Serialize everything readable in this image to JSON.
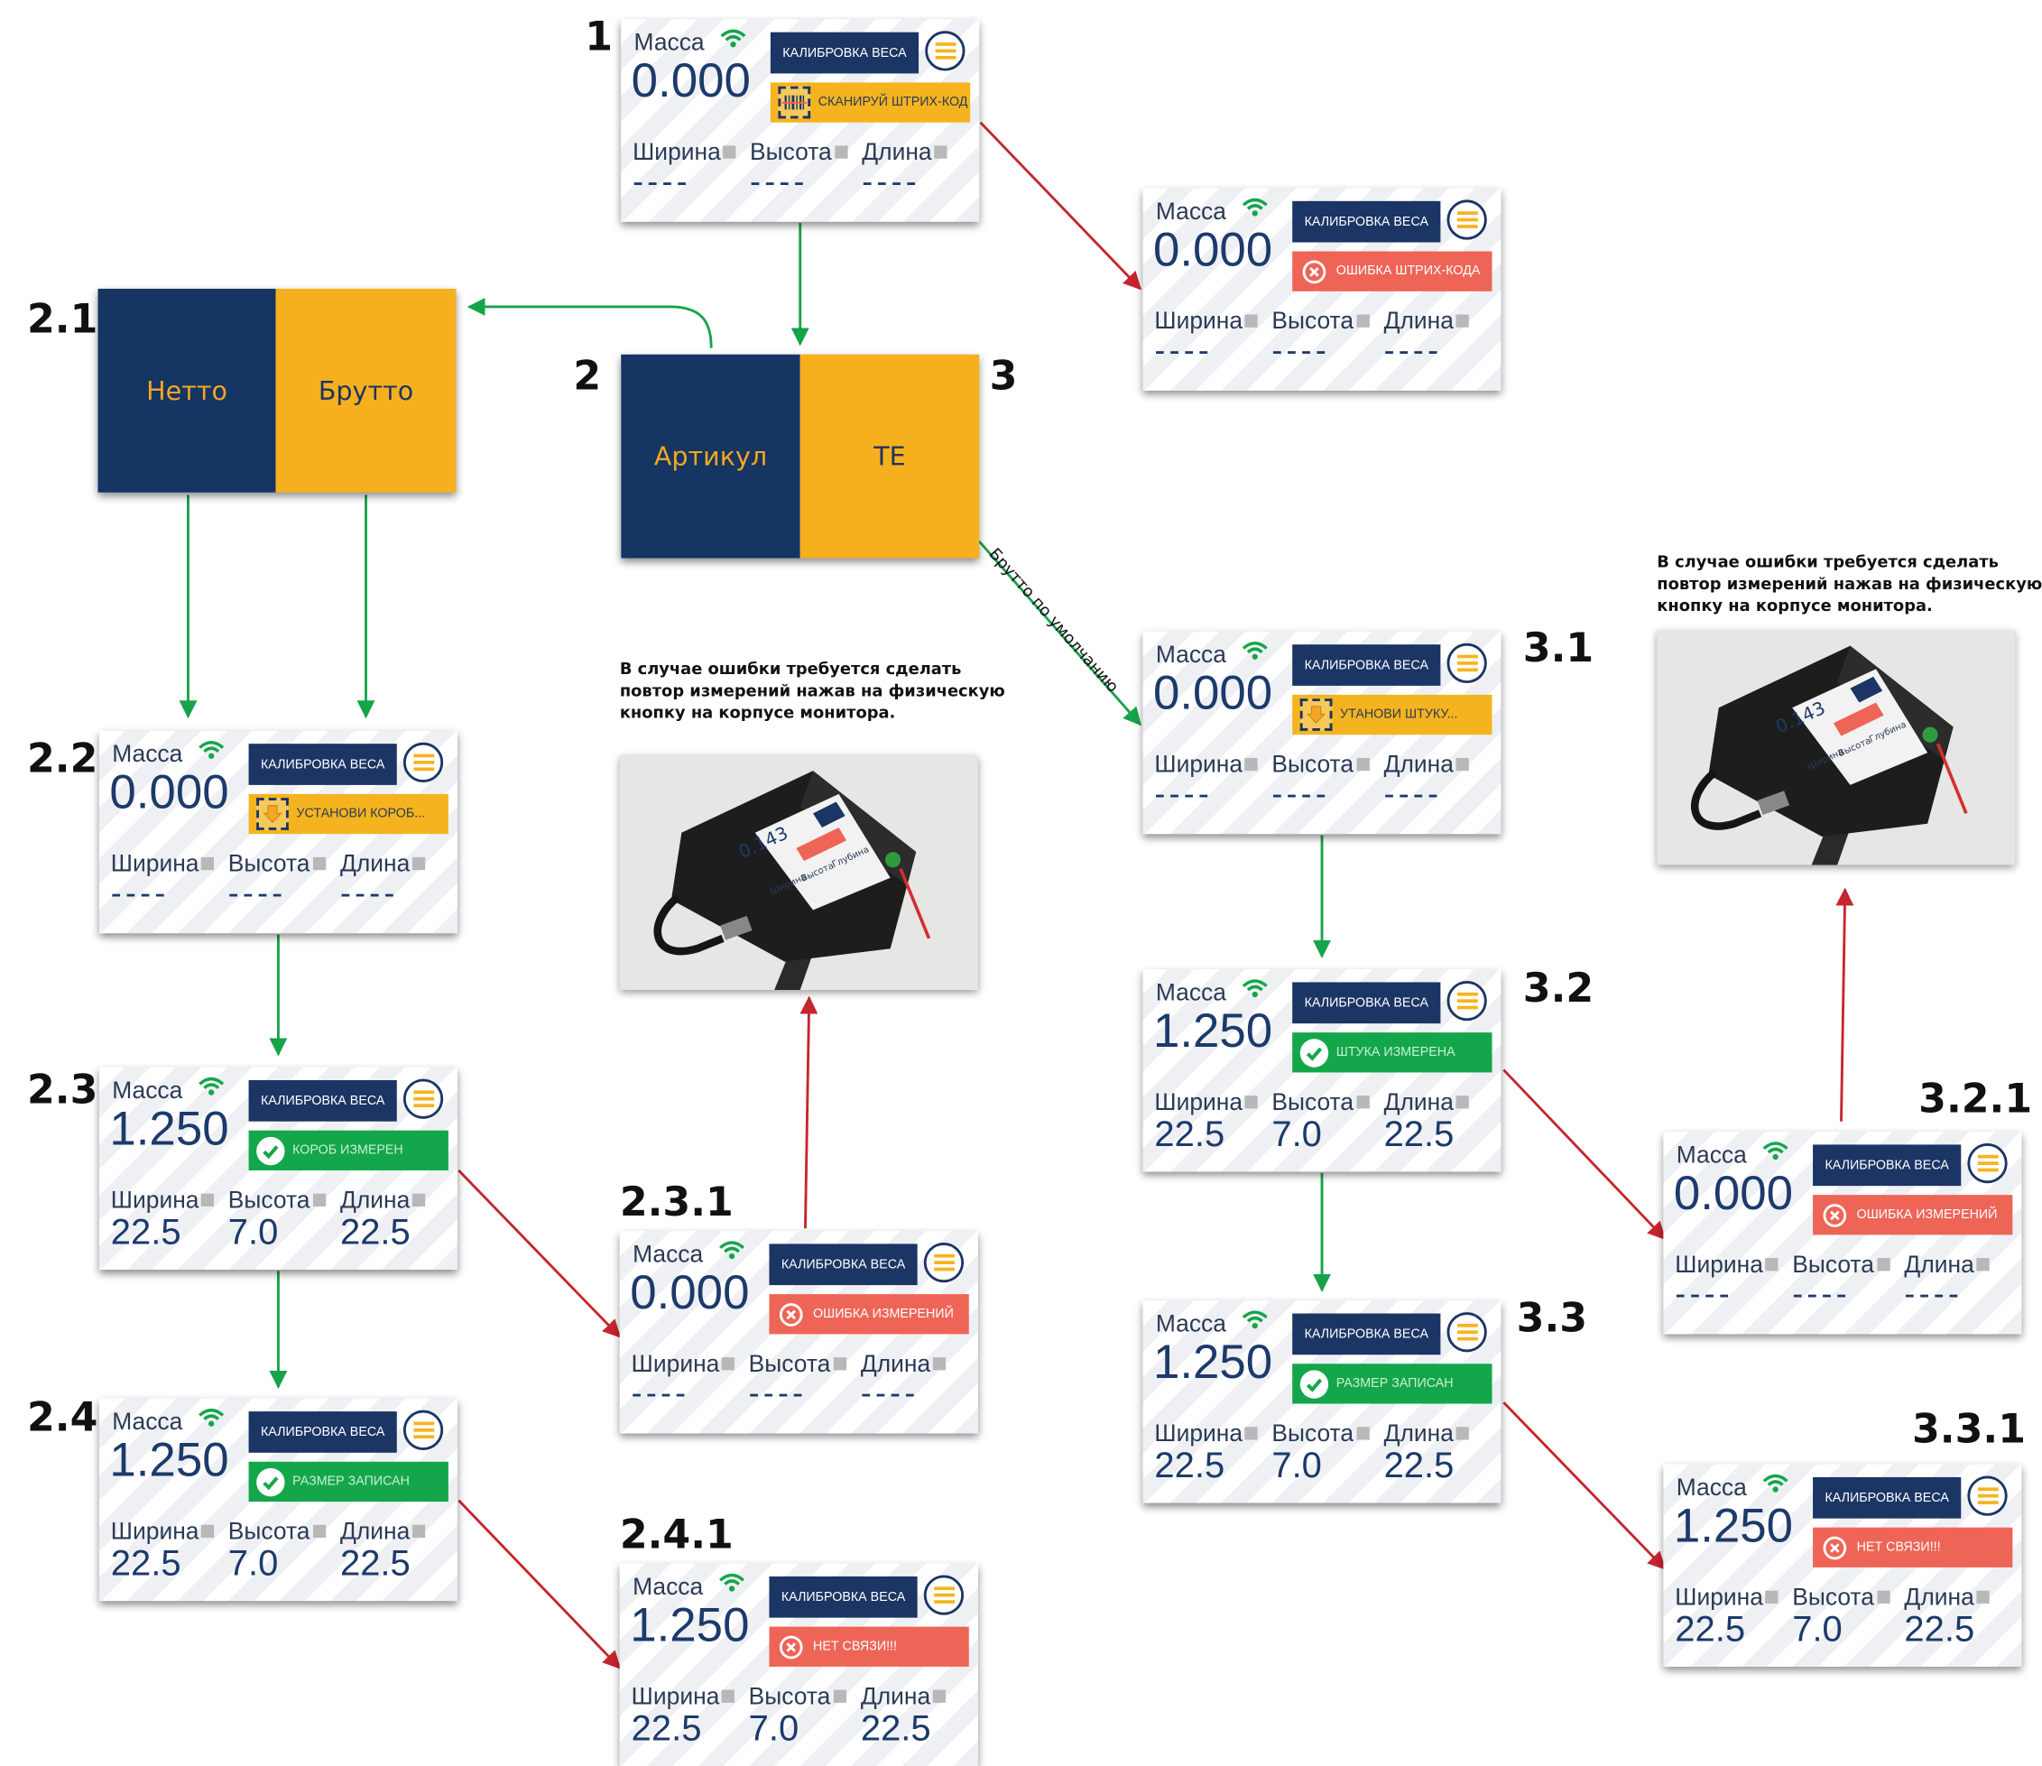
{
  "common": {
    "mass_label": "Масса",
    "calibrate_label": "КАЛИБРОВКА ВЕСА",
    "width_label": "Ширина",
    "height_label": "Высота",
    "length_label": "Длина",
    "dash": "----"
  },
  "colors": {
    "navy": "#153562",
    "gold": "#f6b01e",
    "ok_green": "#14a64a",
    "error_red": "#ee6557",
    "flow_arrow": "#17a34a",
    "error_arrow": "#c6252e"
  },
  "screens": {
    "s1": {
      "label": "1",
      "mass": "0.000",
      "status": "СКАНИРУЙ ШТРИХ-КОД",
      "status_type": "warn",
      "status_icon": "barcode-icon",
      "width": "----",
      "height": "----",
      "length": "----"
    },
    "s1e": {
      "label": "",
      "mass": "0.000",
      "status": "ОШИБКА ШТРИХ-КОДА",
      "status_type": "err",
      "status_icon": "error-icon",
      "width": "----",
      "height": "----",
      "length": "----"
    },
    "s22": {
      "label": "2.2",
      "mass": "0.000",
      "status": "УСТАНОВИ КОРОБ...",
      "status_type": "warn",
      "status_icon": "place-item-icon",
      "width": "----",
      "height": "----",
      "length": "----"
    },
    "s23": {
      "label": "2.3",
      "mass": "1.250",
      "status": "КОРОБ ИЗМЕРЕН",
      "status_type": "ok",
      "status_icon": "check-icon",
      "width": "22.5",
      "height": "7.0",
      "length": "22.5"
    },
    "s24": {
      "label": "2.4",
      "mass": "1.250",
      "status": "РАЗМЕР ЗАПИСАН",
      "status_type": "ok",
      "status_icon": "check-icon",
      "width": "22.5",
      "height": "7.0",
      "length": "22.5"
    },
    "s231": {
      "label": "2.3.1",
      "mass": "0.000",
      "status": "ОШИБКА ИЗМЕРЕНИЙ",
      "status_type": "err",
      "status_icon": "error-icon",
      "width": "----",
      "height": "----",
      "length": "----"
    },
    "s241": {
      "label": "2.4.1",
      "mass": "1.250",
      "status": "НЕТ СВЯЗИ!!!",
      "status_type": "err",
      "status_icon": "error-icon",
      "width": "22.5",
      "height": "7.0",
      "length": "22.5"
    },
    "s31": {
      "label": "3.1",
      "mass": "0.000",
      "status": "УТАНОВИ ШТУКУ...",
      "status_type": "warn",
      "status_icon": "place-item-icon",
      "width": "----",
      "height": "----",
      "length": "----"
    },
    "s32": {
      "label": "3.2",
      "mass": "1.250",
      "status": "ШТУКА ИЗМЕРЕНА",
      "status_type": "ok",
      "status_icon": "check-icon",
      "width": "22.5",
      "height": "7.0",
      "length": "22.5"
    },
    "s33": {
      "label": "3.3",
      "mass": "1.250",
      "status": "РАЗМЕР ЗАПИСАН",
      "status_type": "ok",
      "status_icon": "check-icon",
      "width": "22.5",
      "height": "7.0",
      "length": "22.5"
    },
    "s321": {
      "label": "3.2.1",
      "mass": "0.000",
      "status": "ОШИБКА ИЗМЕРЕНИЙ",
      "status_type": "err",
      "status_icon": "error-icon",
      "width": "----",
      "height": "----",
      "length": "----"
    },
    "s331": {
      "label": "3.3.1",
      "mass": "1.250",
      "status": "НЕТ СВЯЗИ!!!",
      "status_type": "err",
      "status_icon": "error-icon",
      "width": "22.5",
      "height": "7.0",
      "length": "22.5"
    }
  },
  "tiles": {
    "label_21": "2.1",
    "netto": "Нетто",
    "brutto": "Брутто",
    "label_2": "2",
    "label_3": "3",
    "article": "Артикул",
    "te": "ТЕ"
  },
  "edge_label": "Брутто по умолчанию",
  "notes": {
    "retry_lines": [
      "В случае ошибки требуется сделать",
      "повтор измерений нажав на физическую",
      "кнопку на корпусе монитора."
    ]
  },
  "photo": {
    "mass": "0.143",
    "dims": [
      "Ширина",
      "Высота",
      "Глубина"
    ]
  }
}
